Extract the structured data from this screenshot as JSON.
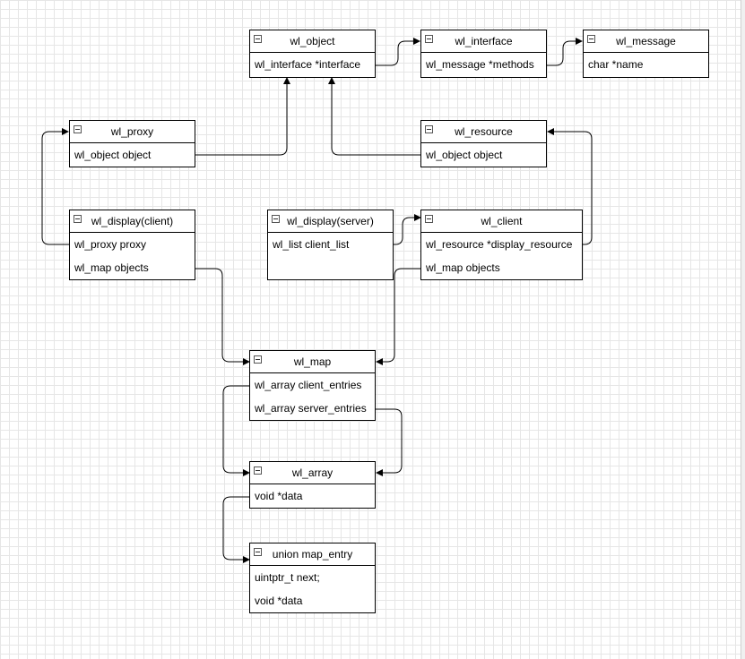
{
  "diagram": {
    "boxes": {
      "wl_object": {
        "title": "wl_object",
        "fields": [
          "wl_interface *interface"
        ]
      },
      "wl_interface": {
        "title": "wl_interface",
        "fields": [
          "wl_message *methods"
        ]
      },
      "wl_message": {
        "title": "wl_message",
        "fields": [
          "char *name"
        ]
      },
      "wl_proxy": {
        "title": "wl_proxy",
        "fields": [
          "wl_object object"
        ]
      },
      "wl_resource": {
        "title": "wl_resource",
        "fields": [
          "wl_object object"
        ]
      },
      "wl_display_client": {
        "title": "wl_display(client)",
        "fields": [
          "wl_proxy proxy",
          "wl_map objects"
        ]
      },
      "wl_display_server": {
        "title": "wl_display(server)",
        "fields": [
          "wl_list client_list"
        ]
      },
      "wl_client": {
        "title": "wl_client",
        "fields": [
          "wl_resource *display_resource",
          "wl_map objects"
        ]
      },
      "wl_map": {
        "title": "wl_map",
        "fields": [
          "wl_array client_entries",
          "wl_array server_entries"
        ]
      },
      "wl_array": {
        "title": "wl_array",
        "fields": [
          "void *data"
        ]
      },
      "map_entry": {
        "title": "union map_entry",
        "fields": [
          "uintptr_t next;",
          "void *data"
        ]
      }
    }
  }
}
